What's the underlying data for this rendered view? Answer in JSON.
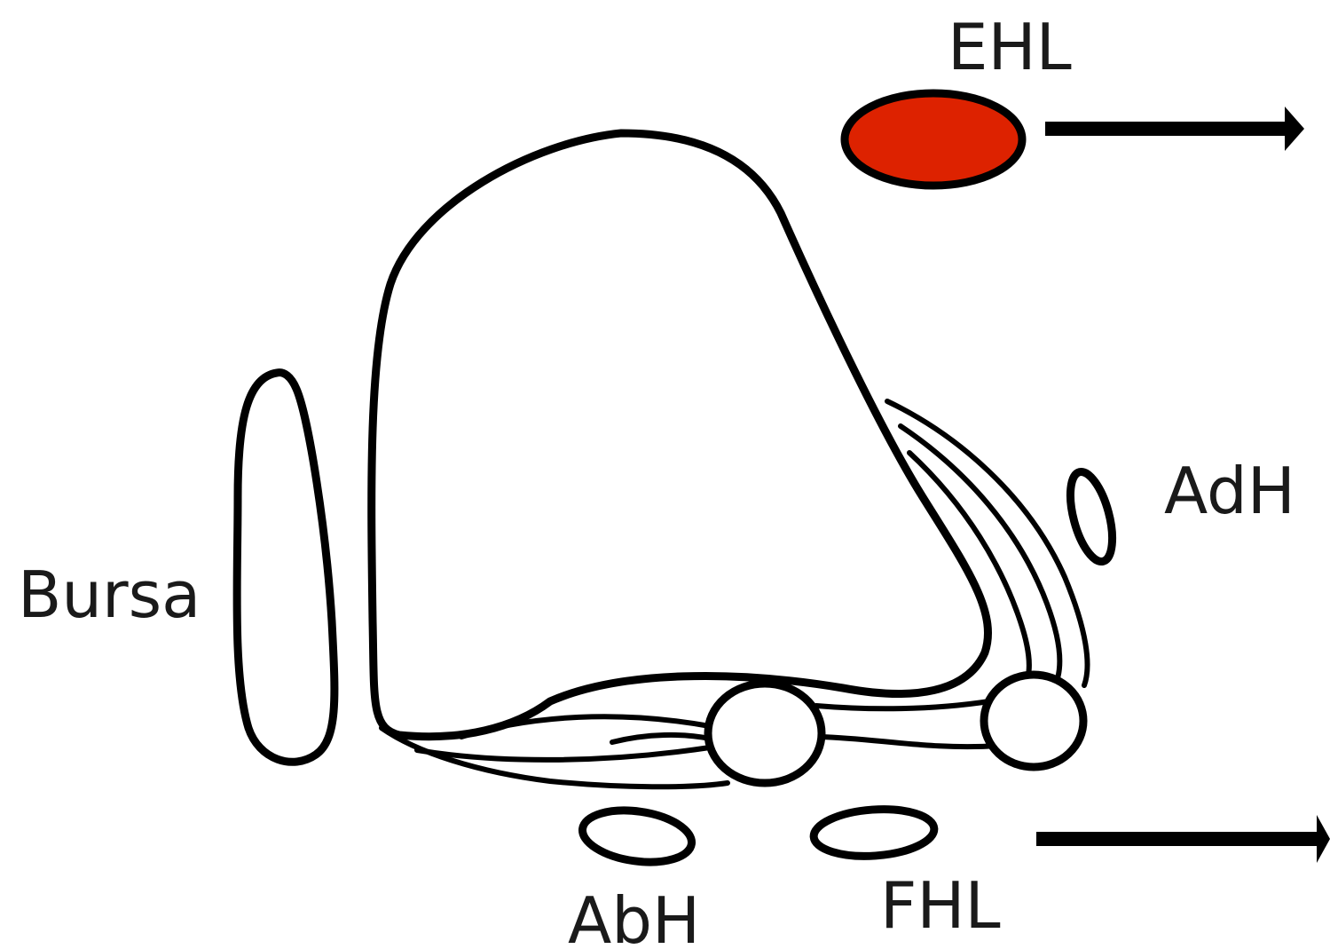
{
  "labels": {
    "ehl": "EHL",
    "adh": "AdH",
    "bursa": "Bursa",
    "abh": "AbH",
    "fhl": "FHL"
  },
  "colors": {
    "ehl_fill": "#dd2200",
    "stroke": "#000000",
    "background": "#ffffff"
  }
}
